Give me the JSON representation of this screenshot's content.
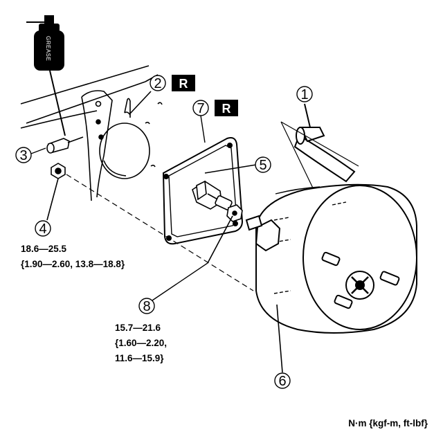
{
  "diagram": {
    "grease_label": "GREASE",
    "callouts": [
      {
        "id": "1",
        "part": "vacuum-hose"
      },
      {
        "id": "2",
        "part": "snap-pin",
        "badge": "R"
      },
      {
        "id": "3",
        "part": "clevis-pin"
      },
      {
        "id": "4",
        "part": "mounting-nut"
      },
      {
        "id": "5",
        "part": "fork"
      },
      {
        "id": "6",
        "part": "power-brake-unit"
      },
      {
        "id": "7",
        "part": "gasket",
        "badge": "R"
      },
      {
        "id": "8",
        "part": "lock-nut"
      }
    ],
    "torque_specs": {
      "nut_4": {
        "line1": "18.6—25.5",
        "line2": "{1.90—2.60, 13.8—18.8}"
      },
      "nut_8": {
        "line1": "15.7—21.6",
        "line2": "{1.60—2.20,",
        "line3": "11.6—15.9}"
      }
    },
    "units_label": "N·m {kgf-m, ft-lbf}"
  }
}
